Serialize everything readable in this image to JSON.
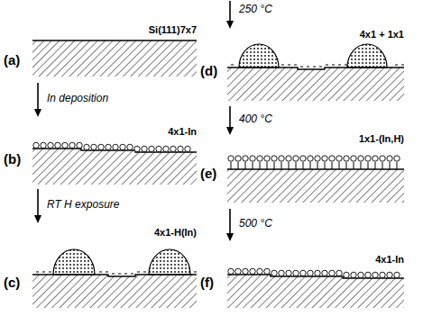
{
  "diagram": {
    "labels": [
      "Si(111)7x7",
      "(a)",
      "In deposition",
      "4x1-In",
      "(b)",
      "RT H exposure",
      "4x1-H(In)",
      "(c)",
      "250 °C",
      "4x1 + 1x1",
      "(d)",
      "400 °C",
      "1x1-(In,H)",
      "(e)",
      "500 °C",
      "4x1-In",
      "(f)"
    ]
  }
}
